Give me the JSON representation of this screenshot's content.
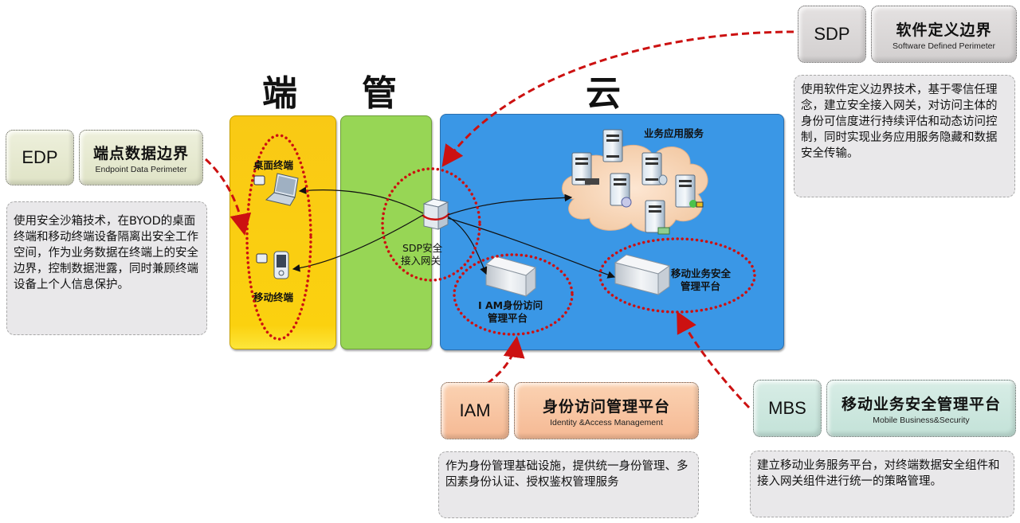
{
  "zones": {
    "endpoint": "端",
    "pipe": "管",
    "cloud": "云"
  },
  "colors": {
    "endpoint_panel": "#f9c915",
    "pipe_panel": "#97d655",
    "cloud_panel": "#3a97e6",
    "highlight": "#cc1111"
  },
  "nodes": {
    "desktop_terminal": "桌面终端",
    "mobile_terminal": "移动终端",
    "sdp_gateway_line1": "SDP安全",
    "sdp_gateway_line2": "接入网关",
    "business_services": "业务应用服务",
    "iam_platform_line1": "I AM身份访问",
    "iam_platform_line2": "管理平台",
    "mbs_platform_line1": "移动业务安全",
    "mbs_platform_line2": "管理平台"
  },
  "callouts": {
    "sdp": {
      "abbr": "SDP",
      "title": "软件定义边界",
      "subtitle": "Software Defined Perimeter",
      "description": "使用软件定义边界技术，基于零信任理念，建立安全接入网关，对访问主体的身份可信度进行持续评估和动态访问控制，同时实现业务应用服务隐藏和数据安全传输。"
    },
    "edp": {
      "abbr": "EDP",
      "title": "端点数据边界",
      "subtitle": "Endpoint Data Perimeter",
      "description": "使用安全沙箱技术，在BYOD的桌面终端和移动终端设备隔离出安全工作空间，作为业务数据在终端上的安全边界，控制数据泄露，同时兼顾终端设备上个人信息保护。"
    },
    "iam": {
      "abbr": "IAM",
      "title": "身份访问管理平台",
      "subtitle": "Identity &Access Management",
      "description": "作为身份管理基础设施，提供统一身份管理、多因素身份认证、授权鉴权管理服务"
    },
    "mbs": {
      "abbr": "MBS",
      "title": "移动业务安全管理平台",
      "subtitle": "Mobile Business&Security",
      "description": "建立移动业务服务平台，对终端数据安全组件和接入网关组件进行统一的策略管理。"
    }
  },
  "icons": {
    "laptop": "laptop-icon",
    "phone": "mobile-phone-icon",
    "gateway": "gateway-server-icon",
    "servers": "server-icon",
    "cloud": "cloud-icon",
    "appliance": "appliance-box-icon"
  }
}
